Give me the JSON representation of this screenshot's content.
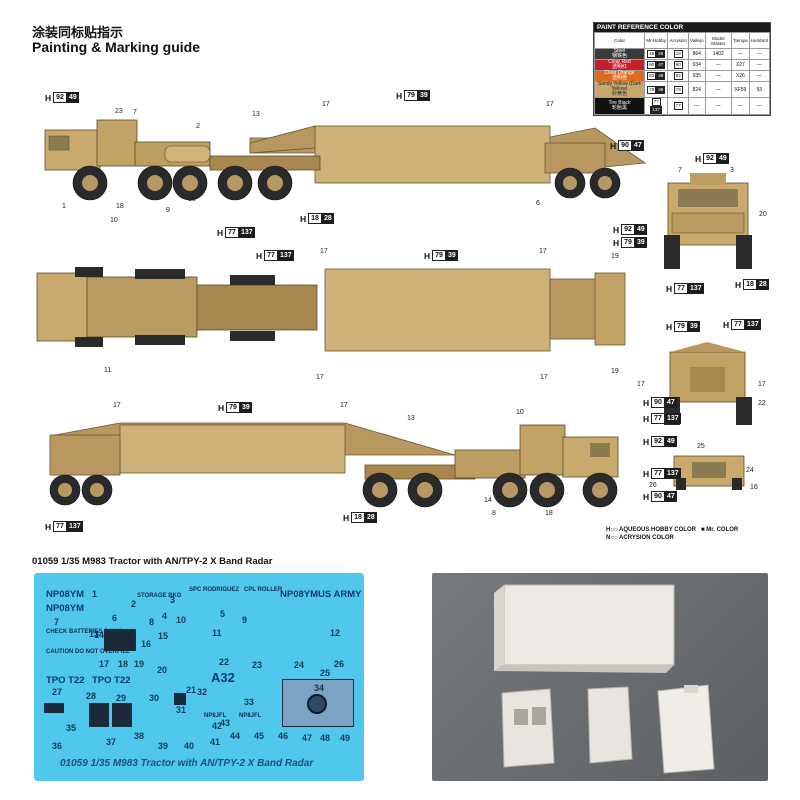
{
  "header": {
    "title_cn": "涂装同标贴指示",
    "title_en": "Painting & Marking guide"
  },
  "paint_table": {
    "title": "PAINT  REFERENCE  COLOR",
    "columns": [
      "Color",
      "Mr.Hobby",
      "Acrysion",
      "Vallejo",
      "Model Master",
      "Tamiya",
      "Humbrol"
    ],
    "rows": [
      {
        "name": "Steel",
        "name_cn": "钢铁色",
        "swatch": "#3a3a3a",
        "mrhobby": [
          "18",
          "28"
        ],
        "acrysion": "18",
        "vallejo": "864",
        "model_master": "1402",
        "tamiya": "—",
        "humbrol": "—"
      },
      {
        "name": "Clear Red",
        "name_cn": "透明红",
        "swatch": "#c4202a",
        "mrhobby": [
          "90",
          "47"
        ],
        "acrysion": "90",
        "vallejo": "934",
        "model_master": "—",
        "tamiya": "X27",
        "humbrol": "—"
      },
      {
        "name": "Clear Orange",
        "name_cn": "透明橙",
        "swatch": "#e06a1d",
        "mrhobby": [
          "92",
          "49"
        ],
        "acrysion": "92",
        "vallejo": "935",
        "model_master": "—",
        "tamiya": "X26",
        "humbrol": "—"
      },
      {
        "name": "Sandy Yellow (Dark Yellow)",
        "name_cn": "砂黄色",
        "swatch": "#c7a76e",
        "mrhobby": [
          "79",
          "39"
        ],
        "acrysion": "79",
        "vallejo": "824",
        "model_master": "—",
        "tamiya": "XF59",
        "humbrol": "93"
      },
      {
        "name": "Tire Black",
        "name_cn": "轮胎黑",
        "swatch": "#111111",
        "mrhobby": [
          "77",
          "137"
        ],
        "acrysion": "77",
        "vallejo": "—",
        "model_master": "—",
        "tamiya": "—",
        "humbrol": "—"
      }
    ]
  },
  "codes": {
    "h92_49": [
      "92",
      "49"
    ],
    "h79_39": [
      "79",
      "39"
    ],
    "h90_47": [
      "90",
      "47"
    ],
    "h18_28": [
      "18",
      "28"
    ],
    "h77_137": [
      "77",
      "137"
    ]
  },
  "numbers": {
    "n1": "1",
    "n2": "2",
    "n3": "3",
    "n4": "4",
    "n5": "5",
    "n6": "6",
    "n7": "7",
    "n8": "8",
    "n9": "9",
    "n10": "10",
    "n11": "11",
    "n13": "13",
    "n14": "14",
    "n15": "15",
    "n16": "16",
    "n17": "17",
    "n18": "18",
    "n19": "19",
    "n20": "20",
    "n22": "22",
    "n23": "23",
    "n24": "24",
    "n25": "25",
    "n26": "26"
  },
  "legend": {
    "h_label": "H",
    "h_text": "AQUEOUS HOBBY COLOR",
    "n_label": "N",
    "n_text": "ACRYSION COLOR",
    "mr_text": "Mr. COLOR"
  },
  "caption": "01059  1/35 M983 Tractor with AN/TPY-2 X Band Radar",
  "decal": {
    "caption": "01059  1/35 M983 Tractor with AN/TPY-2 X Band Radar",
    "texts": {
      "t1": "NP08YM",
      "t2": "STORAGE BKG",
      "t3": "SPC RODRIGUEZ",
      "t4": "CPL ROLLER",
      "t5": "NP08YM",
      "t6": "US ARMY",
      "t7": "NP08YM",
      "t8": "CHECK BATTERIES DAILY",
      "t9": "CAUTION DO NOT OVERFILL",
      "t10": "TPO  T22",
      "t11": "TPO  T22",
      "t12": "A32",
      "t13": "NP8JFL",
      "t14": "NP8JFL"
    },
    "numbers": [
      "1",
      "2",
      "3",
      "4",
      "5",
      "6",
      "7",
      "8",
      "9",
      "10",
      "11",
      "12",
      "13",
      "14",
      "15",
      "16",
      "17",
      "18",
      "19",
      "20",
      "21",
      "22",
      "23",
      "24",
      "25",
      "26",
      "27",
      "28",
      "29",
      "30",
      "31",
      "32",
      "33",
      "34",
      "35",
      "36",
      "37",
      "38",
      "39",
      "40",
      "41",
      "42",
      "43",
      "44",
      "45",
      "46",
      "47",
      "48",
      "49"
    ]
  },
  "colors": {
    "sand": "#c9aa6c",
    "sand_dark": "#a8884f",
    "tire": "#2a2a2a",
    "decal_bg": "#50c8ed",
    "photo_bg": "#6b6e70",
    "part_white": "#ece9e4"
  }
}
